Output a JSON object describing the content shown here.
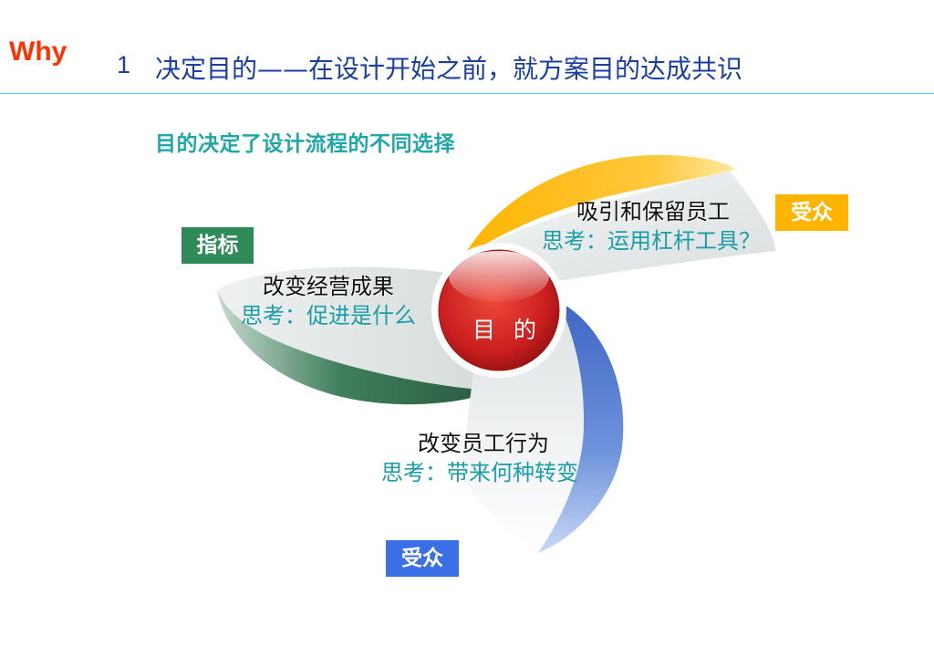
{
  "header": {
    "why": "Why",
    "number": "1",
    "title": "决定目的——在设计开始之前，就方案目的达成共识"
  },
  "subtitle": "目的决定了设计流程的不同选择",
  "center": {
    "label": "目 的"
  },
  "tags": {
    "metric": "指标",
    "audience_top": "受众",
    "audience_bottom": "受众"
  },
  "blades": {
    "top": {
      "heading": "吸引和保留员工",
      "thought": "思考：运用杠杆工具？"
    },
    "left": {
      "heading": "改变经营成果",
      "thought": "思考：促进是什么"
    },
    "bottom": {
      "heading": "改变员工行为",
      "thought": "思考：带来何种转变"
    }
  },
  "colors": {
    "why": "#ff3300",
    "title": "#1a3fa0",
    "accent_teal": "#20a8a8",
    "metric_green": "#2e8b57",
    "audience_yellow": "#ffb400",
    "audience_blue": "#3a6fe8",
    "center_red": "#c81e1e"
  }
}
